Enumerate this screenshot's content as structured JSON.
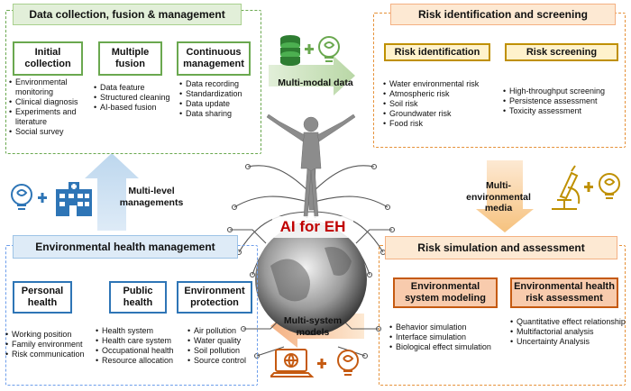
{
  "center": {
    "label": "AI for EH"
  },
  "colors": {
    "green": "#6aa84f",
    "orange": "#e69138",
    "blue": "#6d9eeb",
    "center_label": "#c00000"
  },
  "panels": {
    "data_collection": {
      "title": "Data collection, fusion & management",
      "boxes": [
        {
          "label": "Initial collection",
          "items": [
            "Environmental monitoring",
            "Clinical diagnosis",
            "Experiments and literature",
            "Social survey"
          ]
        },
        {
          "label": "Multiple fusion",
          "items": [
            "Data feature",
            "Structured cleaning",
            "AI-based fusion"
          ]
        },
        {
          "label": "Continuous management",
          "items": [
            "Data recording",
            "Standardization",
            "Data update",
            "Data sharing"
          ]
        }
      ]
    },
    "risk_identification": {
      "title": "Risk identification and screening",
      "boxes": [
        {
          "label": "Risk identification",
          "items": [
            "Water environmental risk",
            "Atmospheric risk",
            "Soil risk",
            "Groundwater risk",
            "Food risk"
          ]
        },
        {
          "label": "Risk screening",
          "items": [
            "High-throughput screening",
            "Persistence assessment",
            "Toxicity assessment"
          ]
        }
      ]
    },
    "environmental_health": {
      "title": "Environmental health management",
      "boxes": [
        {
          "label": "Personal health",
          "items": [
            "Working position",
            "Family environment",
            "Risk communication"
          ]
        },
        {
          "label": "Public health",
          "items": [
            "Health system",
            "Health care system",
            "Occupational health",
            "Resource allocation"
          ]
        },
        {
          "label": "Environment protection",
          "items": [
            "Air pollution",
            "Water quality",
            "Soil pollution",
            "Source control"
          ]
        }
      ]
    },
    "risk_simulation": {
      "title": "Risk simulation and assessment",
      "boxes": [
        {
          "label": "Environmental system modeling",
          "items": [
            "Behavior simulation",
            "Interface simulation",
            "Biological effect simulation"
          ]
        },
        {
          "label": "Environmental health risk assessment",
          "items": [
            "Quantitative effect relationship",
            "Multifactorial analysis",
            "Uncertainty Analysis"
          ]
        }
      ]
    }
  },
  "connectors": {
    "top": "Multi-modal data",
    "right": "Multi-environmental media",
    "bottom": "Multi-system models",
    "left": "Multi-level managements"
  },
  "icons": [
    "database-icon",
    "brain-bulb-icon",
    "hospital-icon",
    "microscope-icon",
    "laptop-globe-icon",
    "plus-icon",
    "human-figure-icon",
    "globe-icon",
    "circuit-icon"
  ]
}
